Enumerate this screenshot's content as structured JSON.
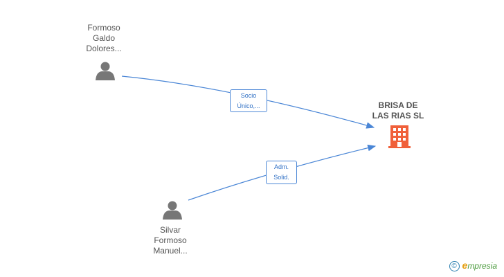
{
  "nodes": {
    "person_top": {
      "lines": [
        "Formoso",
        "Galdo",
        "Dolores..."
      ],
      "icon": "person-icon"
    },
    "person_bottom": {
      "lines": [
        "Silvar",
        "Formoso",
        "Manuel..."
      ],
      "icon": "person-icon"
    },
    "company": {
      "lines": [
        "BRISA DE",
        "LAS RIAS SL"
      ],
      "icon": "building-icon"
    }
  },
  "edges": {
    "top": {
      "lines": [
        "Socio",
        "Único,..."
      ]
    },
    "bottom": {
      "lines": [
        "Adm.",
        "Solid."
      ]
    }
  },
  "colors": {
    "edge": "#4a86d6",
    "person": "#777777",
    "company": "#f0603a"
  },
  "brand": {
    "copyright": "©",
    "name_first": "e",
    "name_rest": "mpresia"
  }
}
